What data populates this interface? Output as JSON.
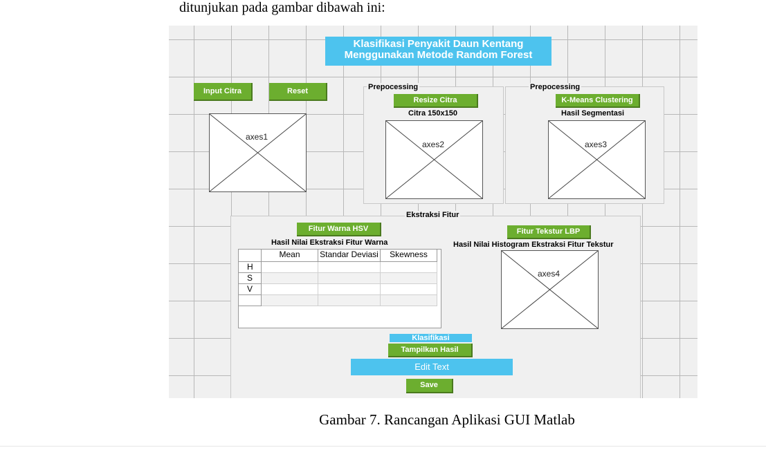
{
  "doc": {
    "intro_text": "ditunjukan pada gambar dibawah ini:",
    "caption": "Gambar 7. Rancangan Aplikasi GUI Matlab"
  },
  "gui": {
    "title_line1": "Klasifikasi Penyakit Daun Kentang",
    "title_line2": "Menggunakan Metode Random Forest",
    "input_button": "Input Citra",
    "reset_button": "Reset",
    "axes1": "axes1",
    "panel_pre1": {
      "title": "Prepocessing",
      "button": "Resize Citra",
      "label": "Citra 150x150",
      "axes": "axes2"
    },
    "panel_pre2": {
      "title": "Prepocessing",
      "button": "K-Means Clustering",
      "label": "Hasil Segmentasi",
      "axes": "axes3"
    },
    "panel_fitur": {
      "title": "Ekstraksi Fitur",
      "hsv_button": "Fitur Warna HSV",
      "color_label": "Hasil Nilai Ekstraksi Fitur Warna",
      "table": {
        "columns": [
          "Mean",
          "Standar Deviasi",
          "Skewness"
        ],
        "rows": [
          "H",
          "S",
          "V",
          ""
        ]
      },
      "lbp_button": "Fitur Tekstur LBP",
      "texture_label": "Hasil Nilai Histogram Ekstraksi Fitur Tekstur",
      "axes": "axes4"
    },
    "klasifikasi_label": "Klasifikasi",
    "tampilkan_button": "Tampilkan Hasil",
    "edit_text": "Edit Text",
    "save_button": "Save"
  }
}
